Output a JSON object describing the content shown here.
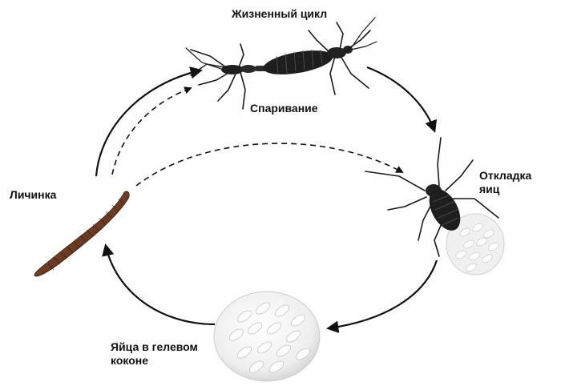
{
  "labels": {
    "title": "Жизненный цикл",
    "mating": "Спаривание",
    "laying_line1": "Откладка",
    "laying_line2": "яиц",
    "larva": "Личинка",
    "cocoon_line1": "Яйца в гелевом",
    "cocoon_line2": "коконе"
  },
  "stages": [
    {
      "id": "mating",
      "icon": "mating-insects-icon"
    },
    {
      "id": "egg-laying",
      "icon": "egg-laying-insect-icon"
    },
    {
      "id": "egg-cocoon",
      "icon": "egg-cocoon-icon"
    },
    {
      "id": "larva",
      "icon": "larva-icon"
    }
  ],
  "colors": {
    "arrow": "#111111",
    "insect_body": "#1e1e1e",
    "larva": "#6b3a22",
    "egg": "#f5f5f5",
    "cocoon": "#ececec"
  }
}
